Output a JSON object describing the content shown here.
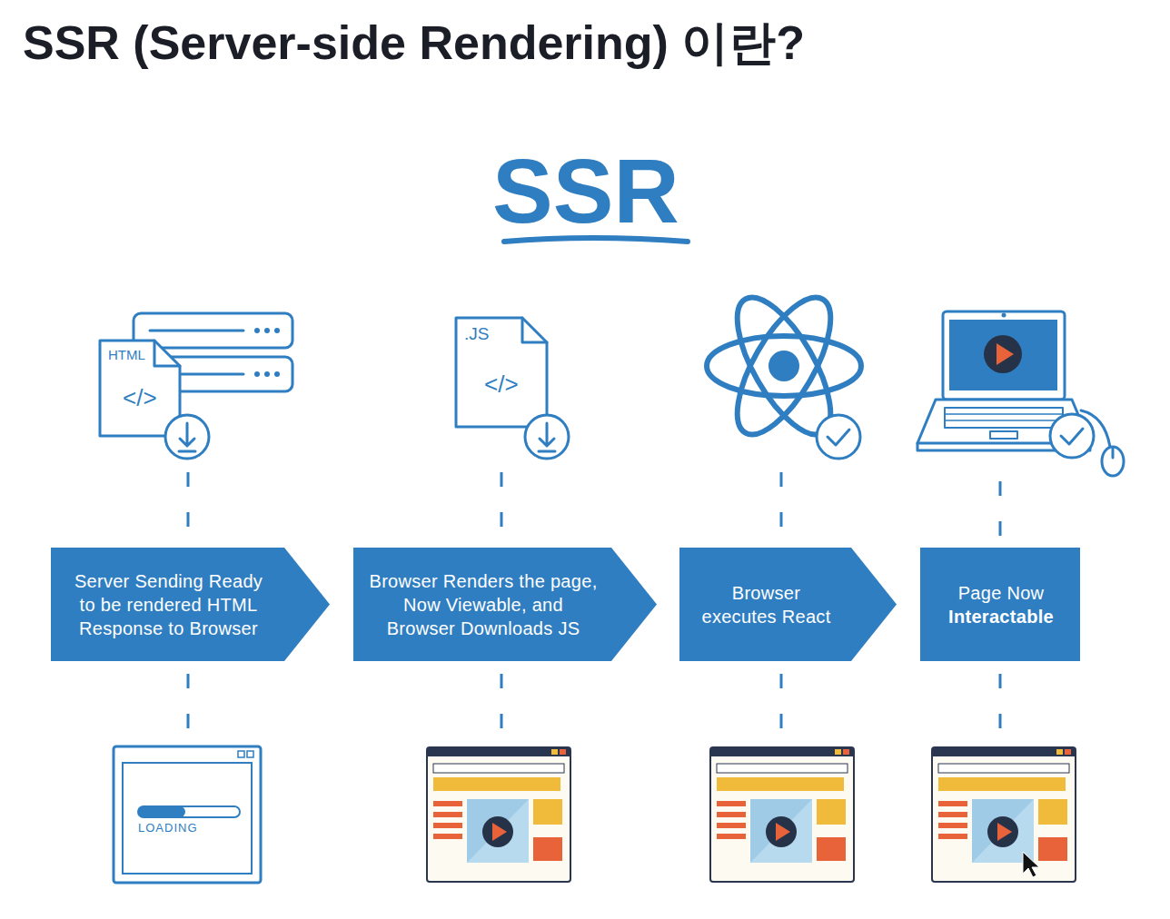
{
  "diagram": {
    "title": "SSR (Server-side Rendering) 이란?",
    "nodes": [
      {
        "text": [
          "Server Sending Ready to be rendered HTML Response to Browser"
        ]
      },
      {
        "text": [
          "Browser Renders the page, Now Viewable, and Browser Downloads JS"
        ]
      },
      {
        "text": [
          "Browser executes React"
        ]
      },
      {
        "text": [
          "Page Now",
          "Interactable"
        ]
      }
    ],
    "labels": [
      "SSR",
      "HTML",
      "</>",
      ".JS",
      "</>",
      "LOADING"
    ]
  }
}
